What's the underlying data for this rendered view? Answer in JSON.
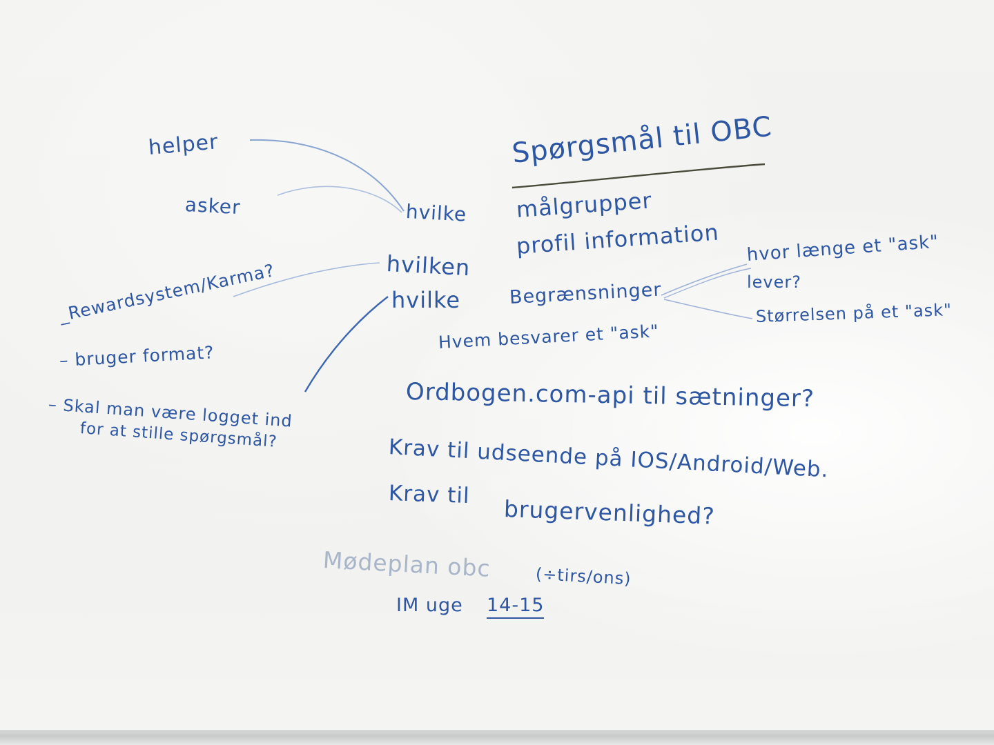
{
  "colors": {
    "board": "#f3f3f1",
    "ink_blue": "#2d56a3",
    "ink_faint": "#a9b6c9",
    "underline_dark": "#4a4a3a",
    "ledge": "#cfd1d1"
  },
  "left_column": {
    "helper": "helper",
    "asker": "asker",
    "reward": "_Rewardsystem/Karma?",
    "bruger_format": "– bruger format?",
    "skal_line1": "– Skal man være logget ind",
    "skal_line2": "for at stille spørgsmål?"
  },
  "center_column": {
    "hvilke_1": "hvilke",
    "hvilken": "hvilken",
    "hvilke_2": "hvilke"
  },
  "header": {
    "title": "Spørgsmål til OBC"
  },
  "list": {
    "malgrupper": "målgrupper",
    "profil": "profil information",
    "begraensninger": "Begrænsninger",
    "hvem": "Hvem besvarer et \"ask\"",
    "ordbogen": "Ordbogen.com-api til sætninger?",
    "krav1": "Krav til udseende på IOS/Android/Web.",
    "krav2_prefix": "Krav til",
    "krav2_main": "brugervenlighed?"
  },
  "right_column": {
    "hvor_line1": "hvor længe et \"ask\"",
    "hvor_line2": "lever?",
    "storrelsen": "Størrelsen på et \"ask\""
  },
  "bottom": {
    "modeplan": "Mødeplan obc",
    "paren": "(÷tirs/ons)",
    "im_uge": "IM uge",
    "weeks": "14-15"
  }
}
